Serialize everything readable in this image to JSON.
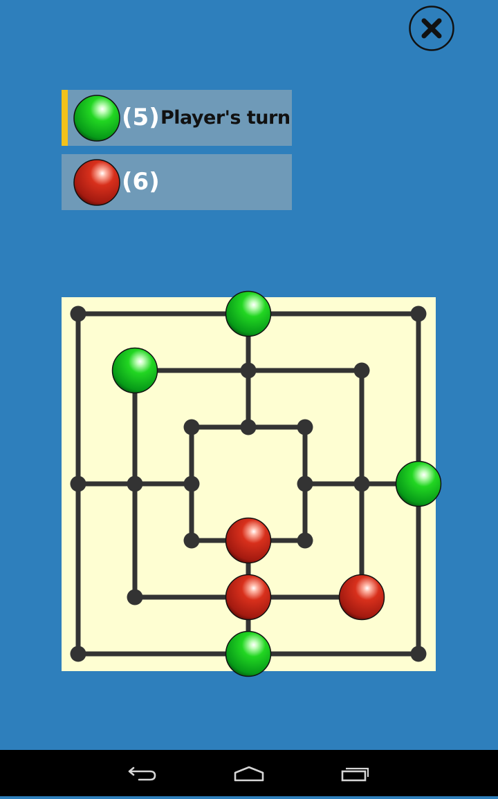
{
  "players": [
    {
      "id": "green",
      "count_label": "(5)",
      "turn_label": "Player's turn",
      "active": true
    },
    {
      "id": "red",
      "count_label": "(6)",
      "turn_label": "",
      "active": false
    }
  ],
  "colors": {
    "background": "#2e7fbc",
    "panel": "#6f9ab8",
    "turn_indicator": "#f2c21b",
    "board": "#fefed2",
    "lines": "#333333",
    "green_piece": "#1fbf1f",
    "red_piece": "#c62415"
  },
  "board": {
    "pieces": [
      {
        "point": "outer-top-middle",
        "color": "green"
      },
      {
        "point": "middle-top-left",
        "color": "green"
      },
      {
        "point": "outer-right-middle",
        "color": "green"
      },
      {
        "point": "outer-bottom-middle",
        "color": "green"
      },
      {
        "point": "inner-bottom-middle",
        "color": "red"
      },
      {
        "point": "middle-bottom-middle",
        "color": "red"
      },
      {
        "point": "middle-bottom-right",
        "color": "red"
      }
    ]
  },
  "icons": {
    "close": "close-icon",
    "back": "back-icon",
    "home": "home-icon",
    "recents": "recents-icon"
  }
}
